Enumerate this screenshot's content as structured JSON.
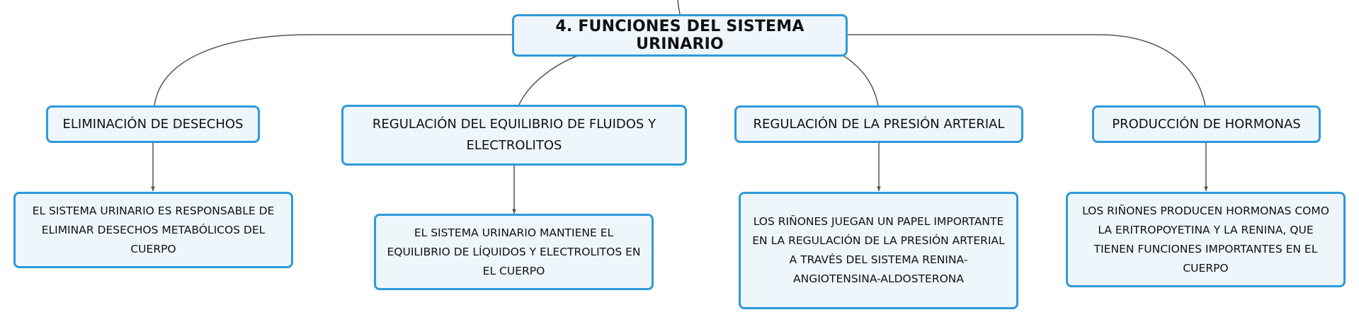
{
  "colors": {
    "node_border": "#2e9ad9",
    "node_fill": "#eef6fc",
    "connector": "#555555"
  },
  "root": {
    "title": "4. FUNCIONES DEL SISTEMA URINARIO"
  },
  "topics": [
    {
      "title": "ELIMINACIÓN DE DESECHOS",
      "detail": "EL SISTEMA URINARIO ES RESPONSABLE DE ELIMINAR DESECHOS METABÓLICOS DEL CUERPO"
    },
    {
      "title": "REGULACIÓN DEL EQUILIBRIO DE FLUIDOS Y ELECTROLITOS",
      "detail": "EL SISTEMA URINARIO MANTIENE EL EQUILIBRIO DE LÍQUIDOS Y ELECTROLITOS EN EL CUERPO"
    },
    {
      "title": "REGULACIÓN DE LA PRESIÓN ARTERIAL",
      "detail": "LOS RIÑONES JUEGAN UN PAPEL IMPORTANTE EN LA REGULACIÓN DE LA PRESIÓN ARTERIAL A TRAVÉS DEL SISTEMA RENINA-ANGIOTENSINA-ALDOSTERONA"
    },
    {
      "title": "PRODUCCIÓN DE HORMONAS",
      "detail": "LOS RIÑONES PRODUCEN HORMONAS COMO LA ERITROPOYETINA Y LA RENINA, QUE TIENEN FUNCIONES IMPORTANTES EN EL CUERPO"
    }
  ]
}
